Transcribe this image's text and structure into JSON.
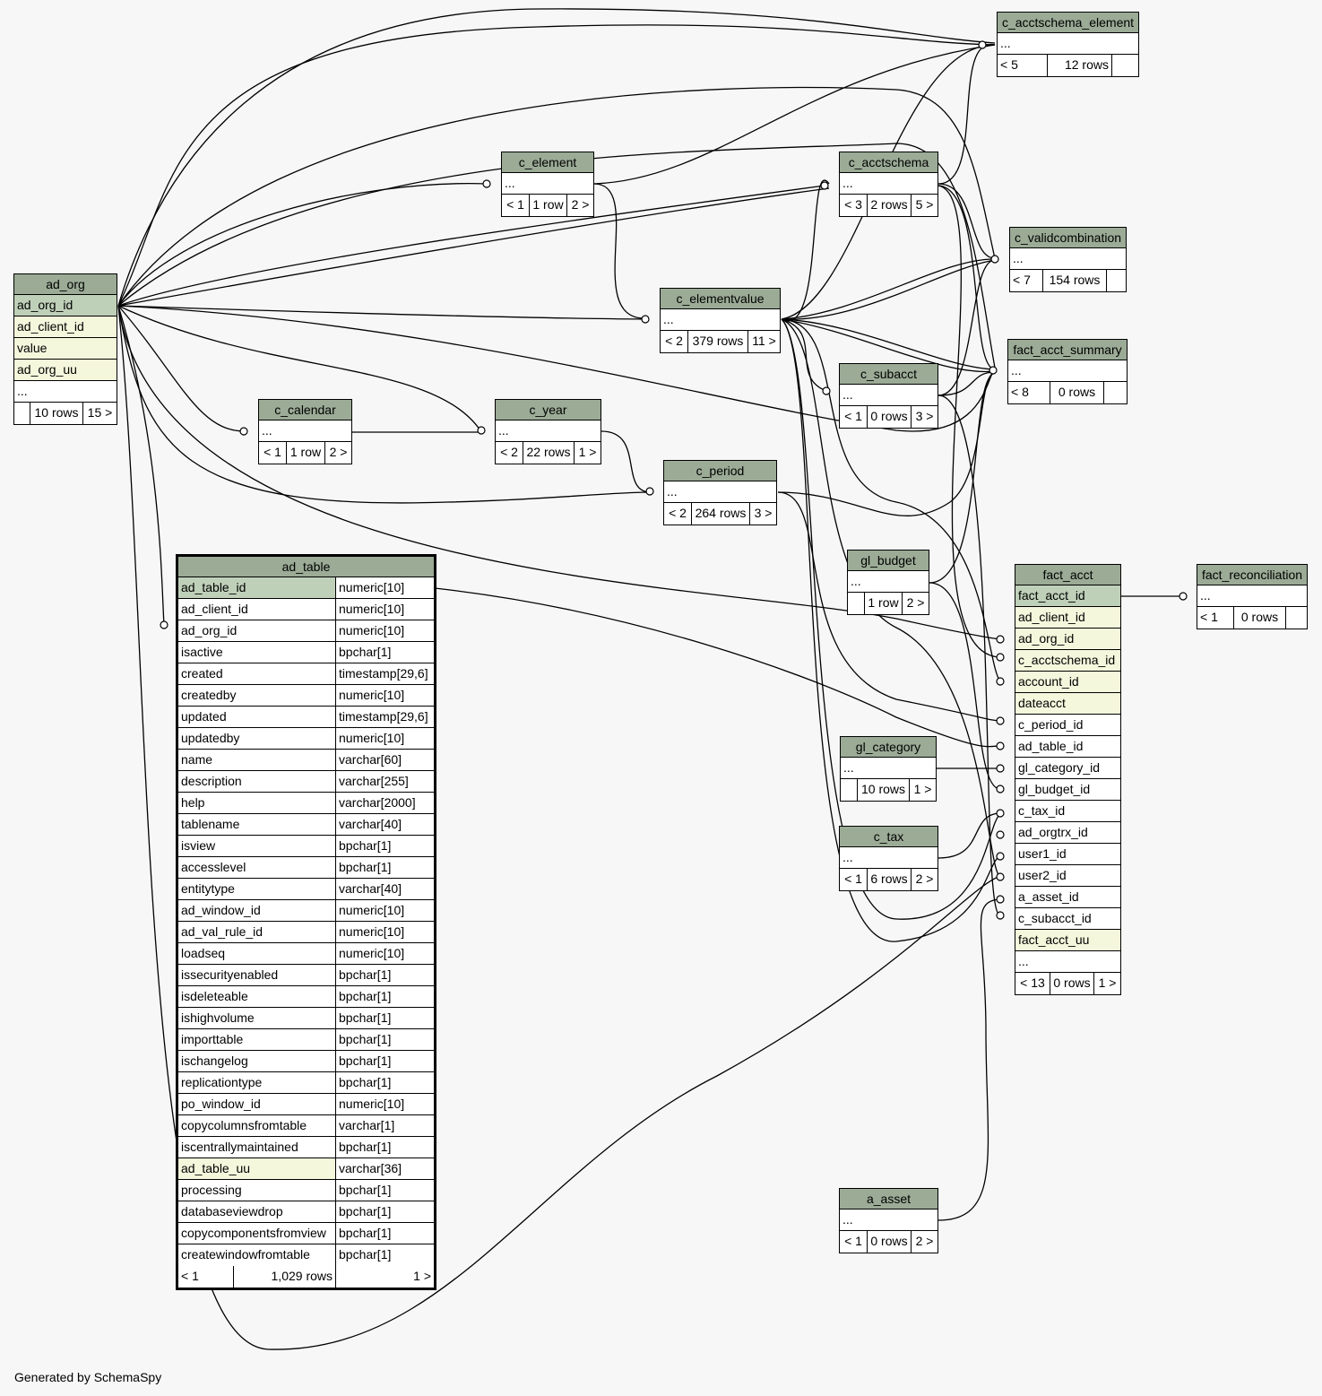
{
  "tables": {
    "c_acctschema_element": {
      "name": "c_acctschema_element",
      "ellipsis": "...",
      "parents": "< 5",
      "rows": "12 rows",
      "children": ""
    },
    "c_element": {
      "name": "c_element",
      "ellipsis": "...",
      "parents": "< 1",
      "rows": "1 row",
      "children": "2 >"
    },
    "c_acctschema": {
      "name": "c_acctschema",
      "ellipsis": "...",
      "parents": "< 3",
      "rows": "2 rows",
      "children": "5 >"
    },
    "c_validcombination": {
      "name": "c_validcombination",
      "ellipsis": "...",
      "parents": "< 7",
      "rows": "154 rows",
      "children": ""
    },
    "ad_org": {
      "name": "ad_org",
      "columns": [
        "ad_org_id",
        "ad_client_id",
        "value",
        "ad_org_uu"
      ],
      "ellipsis": "...",
      "parents": "",
      "rows": "10 rows",
      "children": "15 >"
    },
    "c_elementvalue": {
      "name": "c_elementvalue",
      "ellipsis": "...",
      "parents": "< 2",
      "rows": "379 rows",
      "children": "11 >"
    },
    "fact_acct_summary": {
      "name": "fact_acct_summary",
      "ellipsis": "...",
      "parents": "< 8",
      "rows": "0 rows",
      "children": ""
    },
    "c_subacct": {
      "name": "c_subacct",
      "ellipsis": "...",
      "parents": "< 1",
      "rows": "0 rows",
      "children": "3 >"
    },
    "c_calendar": {
      "name": "c_calendar",
      "ellipsis": "...",
      "parents": "< 1",
      "rows": "1 row",
      "children": "2 >"
    },
    "c_year": {
      "name": "c_year",
      "ellipsis": "...",
      "parents": "< 2",
      "rows": "22 rows",
      "children": "1 >"
    },
    "c_period": {
      "name": "c_period",
      "ellipsis": "...",
      "parents": "< 2",
      "rows": "264 rows",
      "children": "3 >"
    },
    "gl_budget": {
      "name": "gl_budget",
      "ellipsis": "...",
      "parents": "",
      "rows": "1 row",
      "children": "2 >"
    },
    "fact_reconciliation": {
      "name": "fact_reconciliation",
      "ellipsis": "...",
      "parents": "< 1",
      "rows": "0 rows",
      "children": ""
    },
    "gl_category": {
      "name": "gl_category",
      "ellipsis": "...",
      "parents": "",
      "rows": "10 rows",
      "children": "1 >"
    },
    "c_tax": {
      "name": "c_tax",
      "ellipsis": "...",
      "parents": "< 1",
      "rows": "6 rows",
      "children": "2 >"
    },
    "a_asset": {
      "name": "a_asset",
      "ellipsis": "...",
      "parents": "< 1",
      "rows": "0 rows",
      "children": "2 >"
    },
    "fact_acct": {
      "name": "fact_acct",
      "columns": [
        "fact_acct_id",
        "ad_client_id",
        "ad_org_id",
        "c_acctschema_id",
        "account_id",
        "dateacct",
        "c_period_id",
        "ad_table_id",
        "gl_category_id",
        "gl_budget_id",
        "c_tax_id",
        "ad_orgtrx_id",
        "user1_id",
        "user2_id",
        "a_asset_id",
        "c_subacct_id",
        "fact_acct_uu"
      ],
      "ellipsis": "...",
      "parents": "< 13",
      "rows": "0 rows",
      "children": "1 >"
    },
    "ad_table": {
      "name": "ad_table",
      "columns": [
        {
          "name": "ad_table_id",
          "type": "numeric[10]"
        },
        {
          "name": "ad_client_id",
          "type": "numeric[10]"
        },
        {
          "name": "ad_org_id",
          "type": "numeric[10]"
        },
        {
          "name": "isactive",
          "type": "bpchar[1]"
        },
        {
          "name": "created",
          "type": "timestamp[29,6]"
        },
        {
          "name": "createdby",
          "type": "numeric[10]"
        },
        {
          "name": "updated",
          "type": "timestamp[29,6]"
        },
        {
          "name": "updatedby",
          "type": "numeric[10]"
        },
        {
          "name": "name",
          "type": "varchar[60]"
        },
        {
          "name": "description",
          "type": "varchar[255]"
        },
        {
          "name": "help",
          "type": "varchar[2000]"
        },
        {
          "name": "tablename",
          "type": "varchar[40]"
        },
        {
          "name": "isview",
          "type": "bpchar[1]"
        },
        {
          "name": "accesslevel",
          "type": "bpchar[1]"
        },
        {
          "name": "entitytype",
          "type": "varchar[40]"
        },
        {
          "name": "ad_window_id",
          "type": "numeric[10]"
        },
        {
          "name": "ad_val_rule_id",
          "type": "numeric[10]"
        },
        {
          "name": "loadseq",
          "type": "numeric[10]"
        },
        {
          "name": "issecurityenabled",
          "type": "bpchar[1]"
        },
        {
          "name": "isdeleteable",
          "type": "bpchar[1]"
        },
        {
          "name": "ishighvolume",
          "type": "bpchar[1]"
        },
        {
          "name": "importtable",
          "type": "bpchar[1]"
        },
        {
          "name": "ischangelog",
          "type": "bpchar[1]"
        },
        {
          "name": "replicationtype",
          "type": "bpchar[1]"
        },
        {
          "name": "po_window_id",
          "type": "numeric[10]"
        },
        {
          "name": "copycolumnsfromtable",
          "type": "varchar[1]"
        },
        {
          "name": "iscentrallymaintained",
          "type": "bpchar[1]"
        },
        {
          "name": "ad_table_uu",
          "type": "varchar[36]"
        },
        {
          "name": "processing",
          "type": "bpchar[1]"
        },
        {
          "name": "databaseviewdrop",
          "type": "bpchar[1]"
        },
        {
          "name": "copycomponentsfromview",
          "type": "bpchar[1]"
        },
        {
          "name": "createwindowfromtable",
          "type": "bpchar[1]"
        }
      ],
      "parents": "< 1",
      "rows": "1,029 rows",
      "children": "1 >"
    }
  },
  "footer": "Generated by SchemaSpy",
  "colors": {
    "header": "#9bab96",
    "primary_key": "#bfd0b9",
    "indexed": "#f4f7dc",
    "background": "#f7f7f7"
  }
}
